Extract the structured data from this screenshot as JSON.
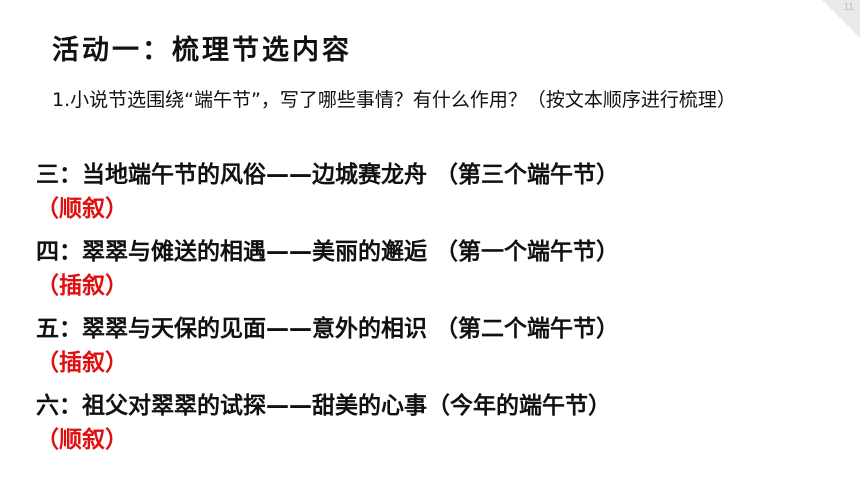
{
  "slide": {
    "page_number": "11",
    "title": "活动一：梳理节选内容",
    "question": "1.小说节选围绕“端午节”，写了哪些事情？有什么作用？（按文本顺序进行梳理）",
    "items": [
      {
        "text": "三：当地端午节的风俗——边城赛龙舟 （第三个端午节）",
        "tag": "（顺叙）"
      },
      {
        "text": "四：翠翠与傩送的相遇——美丽的邂逅 （第一个端午节）",
        "tag": "（插叙）"
      },
      {
        "text": "五：翠翠与天保的见面——意外的相识 （第二个端午节）",
        "tag": "（插叙）"
      },
      {
        "text": "六：祖父对翠翠的试探——甜美的心事（今年的端午节）",
        "tag": "（顺叙）"
      }
    ]
  },
  "colors": {
    "text": "#111111",
    "accent_red": "#e01010",
    "corner": "#e9e9e9"
  }
}
